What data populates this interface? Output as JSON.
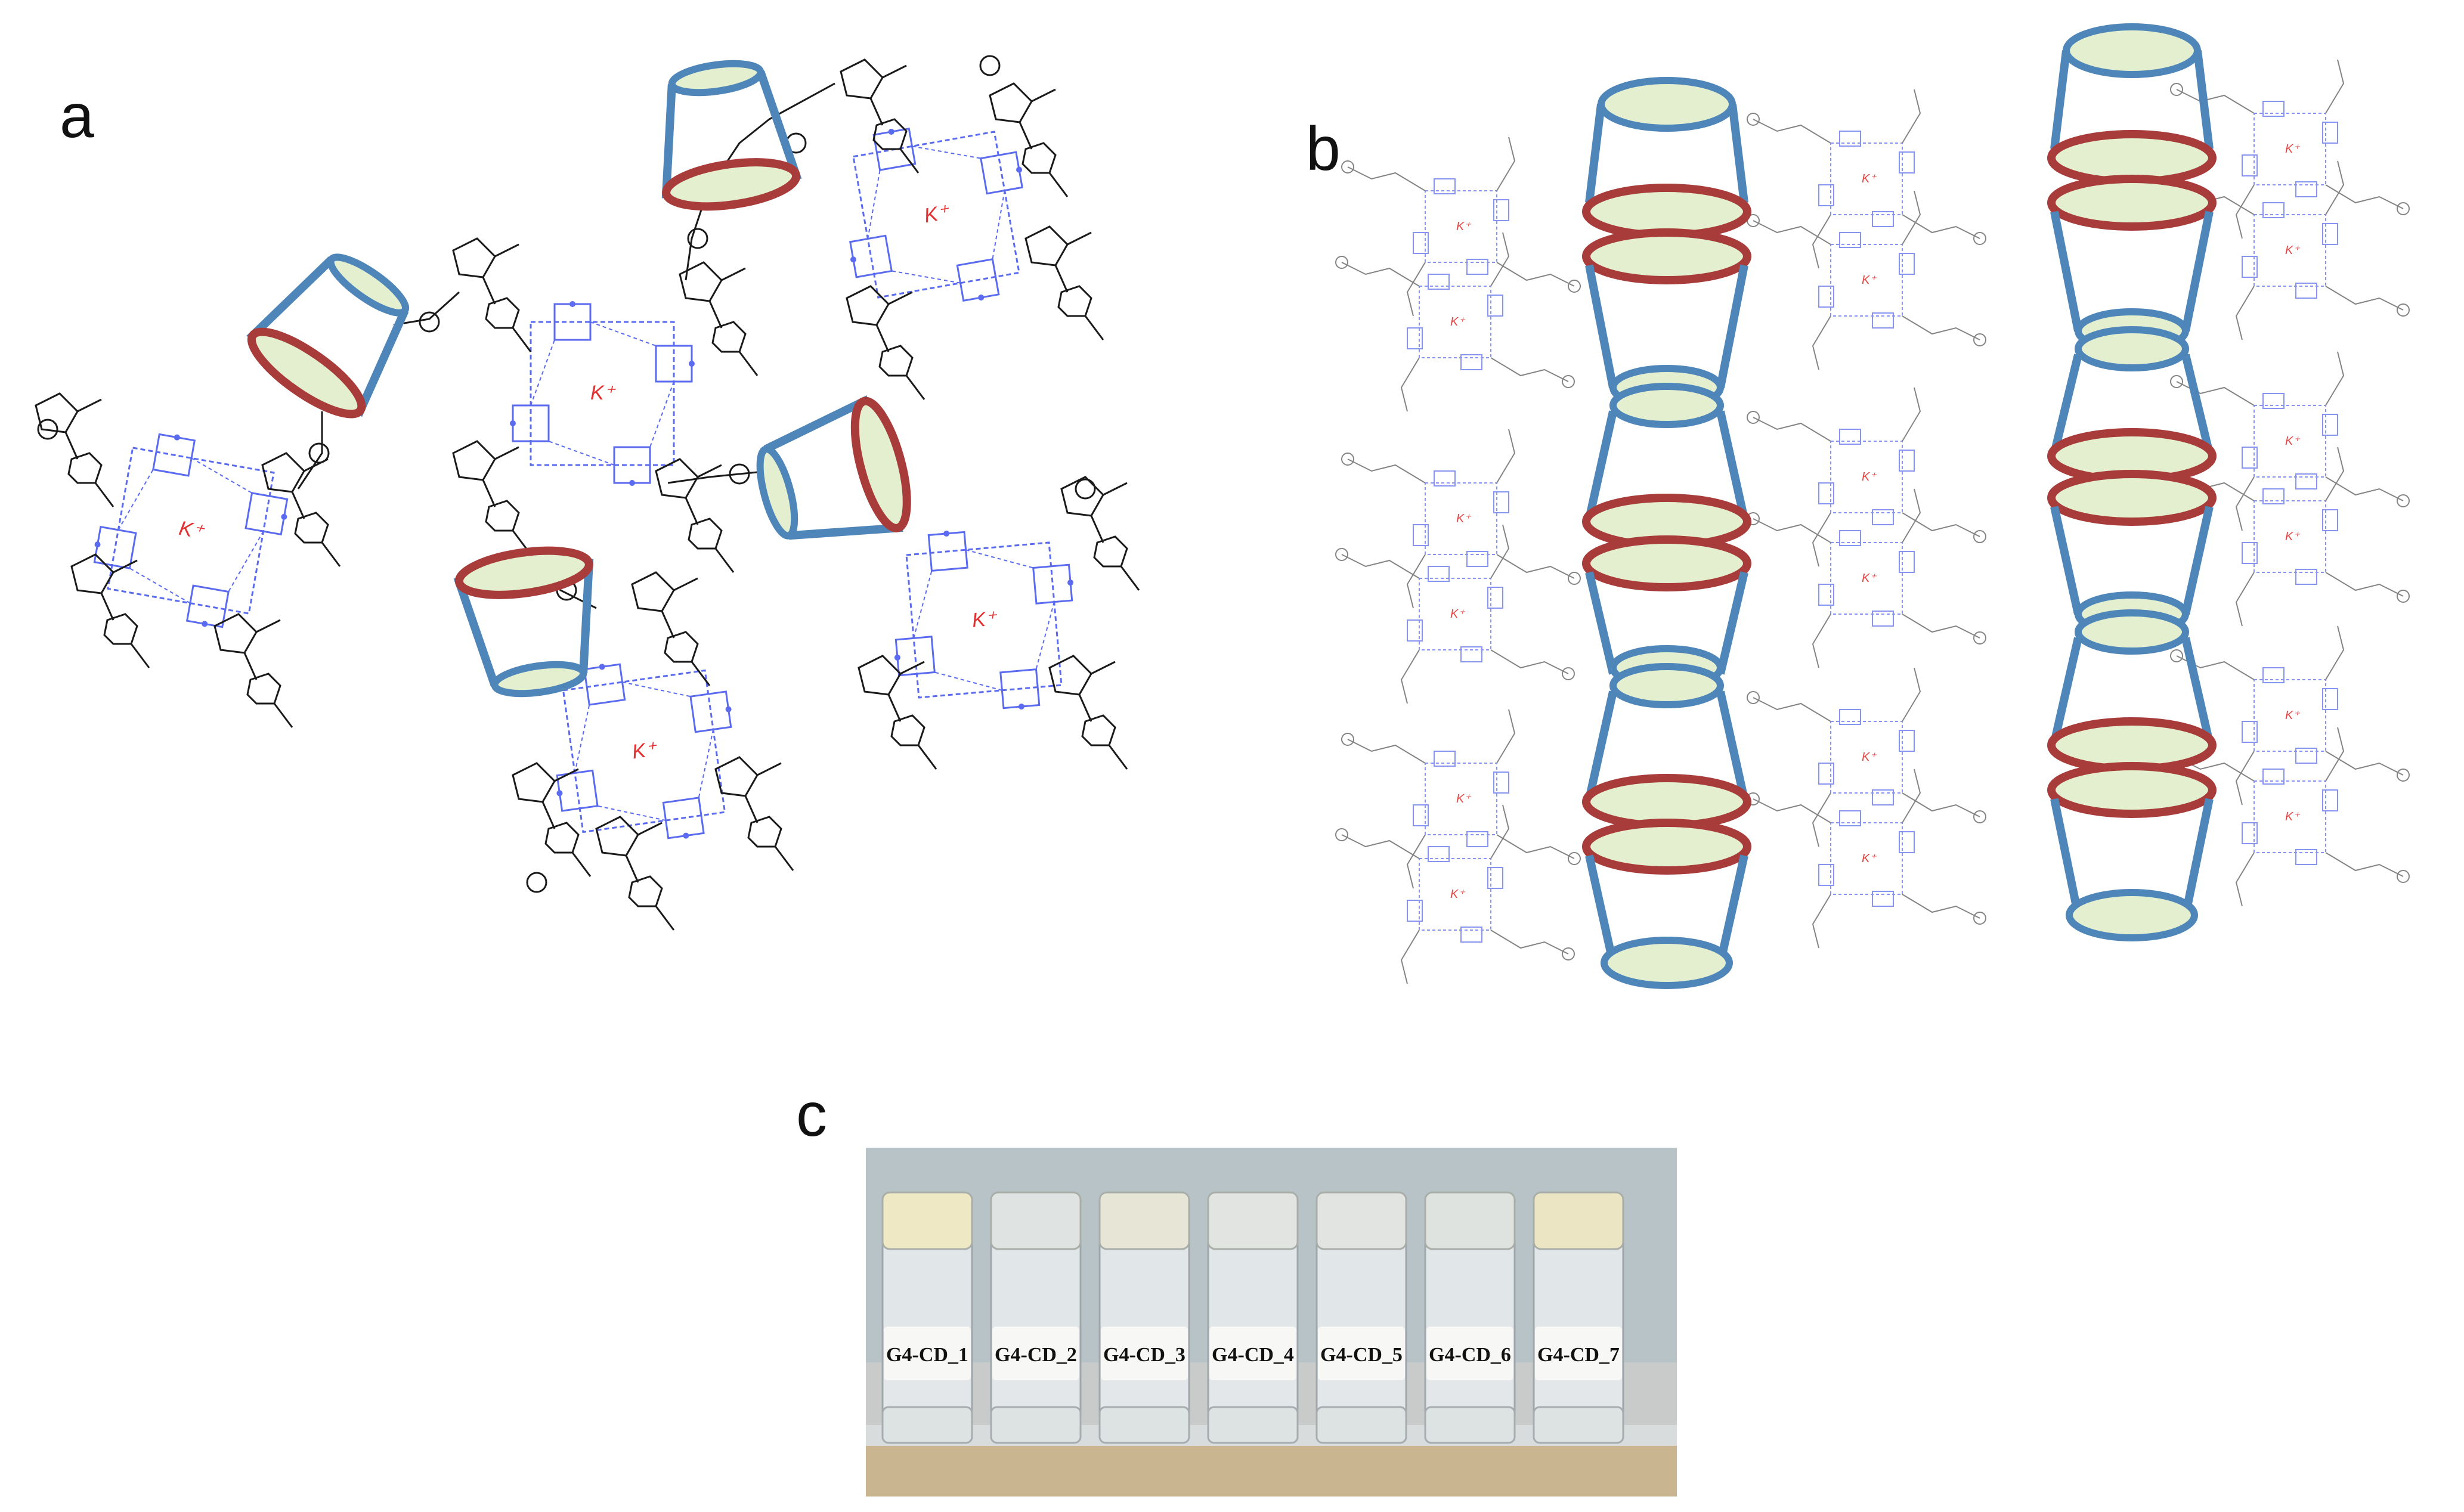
{
  "panels": {
    "a": {
      "letter": "a",
      "ion_label": "K⁺"
    },
    "b": {
      "letter": "b",
      "ion_label": "K⁺"
    },
    "c": {
      "letter": "c"
    }
  },
  "vials": [
    {
      "label": "G4-CD_1"
    },
    {
      "label": "G4-CD_2"
    },
    {
      "label": "G4-CD_3"
    },
    {
      "label": "G4-CD_4"
    },
    {
      "label": "G4-CD_5"
    },
    {
      "label": "G4-CD_6"
    },
    {
      "label": "G4-CD_7"
    }
  ],
  "colors": {
    "cd_blue": "#4f86b9",
    "cd_red": "#a83c3a",
    "cd_fill": "#e3efcf",
    "quartet_blue": "#5b6bf0",
    "sugar_black": "#1a1a1a",
    "ion_red": "#e23030"
  }
}
